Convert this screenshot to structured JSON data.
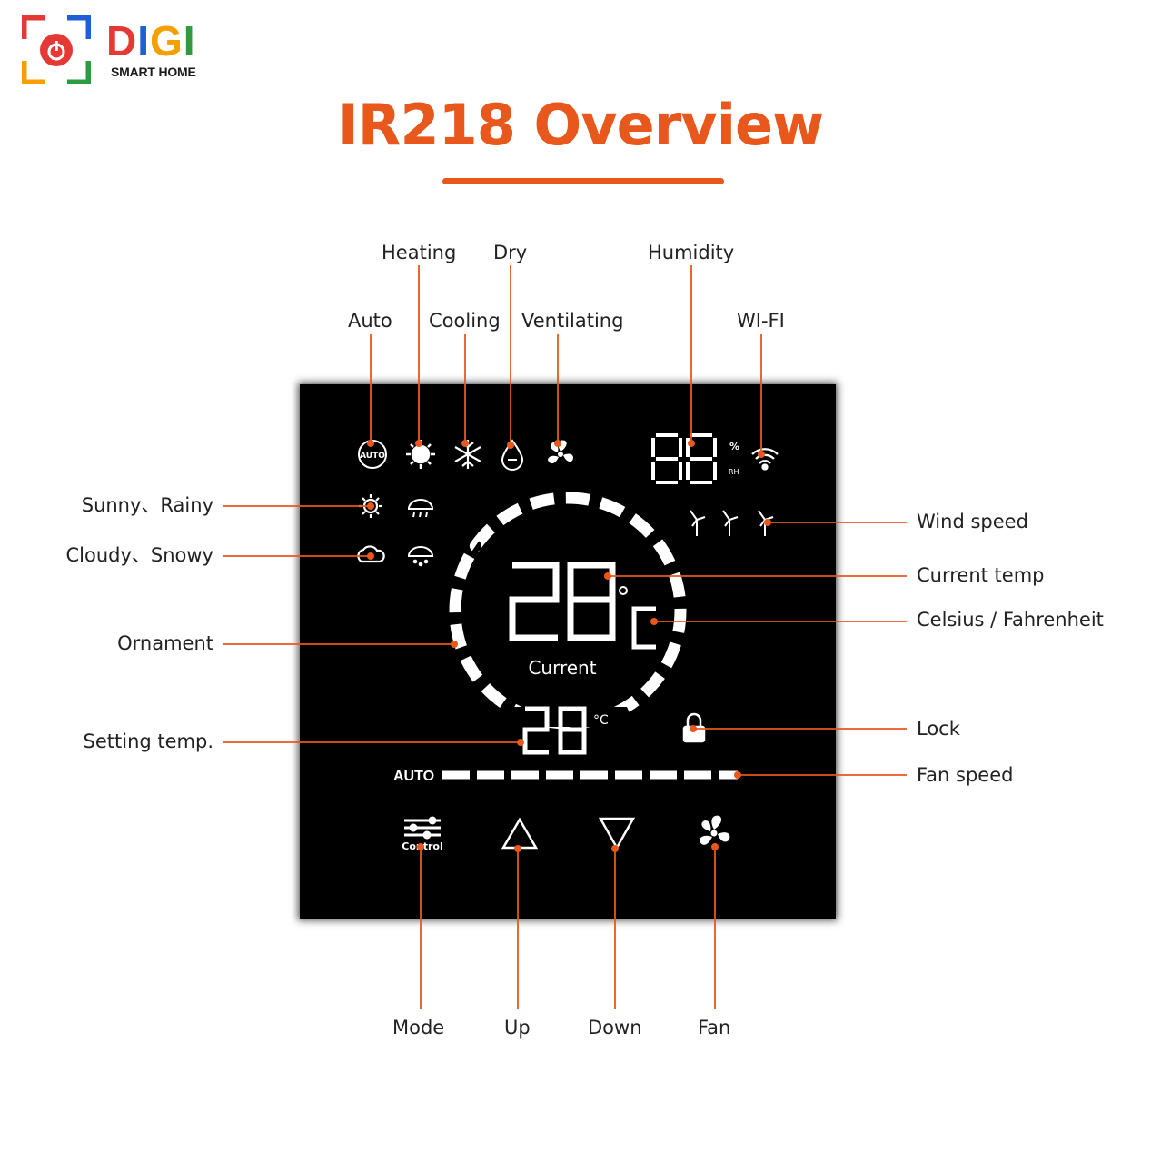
{
  "brand": {
    "name_letters": [
      "D",
      "I",
      "G",
      "I"
    ],
    "subtitle": "SMART HOME",
    "colors": {
      "red": "#e53935",
      "blue": "#1e5fd8",
      "yellow": "#f5a000",
      "green": "#2e9b3e"
    }
  },
  "title": "IR218 Overview",
  "accent_color": "#e8571b",
  "display": {
    "current_temp": "28",
    "current_unit": "c",
    "current_caption": "Current",
    "setting_temp": "28",
    "setting_unit": "°C",
    "humidity_value": "88",
    "humidity_unit_top": "%",
    "humidity_unit_bottom": "RH",
    "mode_auto_badge": "AUTO",
    "fan_speed_auto": "AUTO",
    "mode_button_text": "Control"
  },
  "callouts": {
    "heating": "Heating",
    "dry": "Dry",
    "humidity": "Humidity",
    "auto": "Auto",
    "cooling": "Cooling",
    "ventilating": "Ventilating",
    "wifi": "WI-FI",
    "sunny_rainy": "Sunny、Rainy",
    "cloudy_snowy": "Cloudy、Snowy",
    "ornament": "Ornament",
    "setting_temp": "Setting temp.",
    "wind_speed": "Wind speed",
    "current_temp": "Current temp",
    "celsius_fahrenheit": "Celsius / Fahrenheit",
    "lock": "Lock",
    "fan_speed": "Fan speed",
    "mode": "Mode",
    "up": "Up",
    "down": "Down",
    "fan": "Fan"
  },
  "icons": [
    "auto-icon",
    "sun-icon",
    "snowflake-icon",
    "droplet-icon",
    "fan-icon",
    "wifi-icon",
    "sunny-icon",
    "rain-icon",
    "cloud-icon",
    "snow-icon",
    "windmill-icon",
    "lock-icon",
    "control-icon",
    "up-arrow-icon",
    "down-arrow-icon"
  ]
}
